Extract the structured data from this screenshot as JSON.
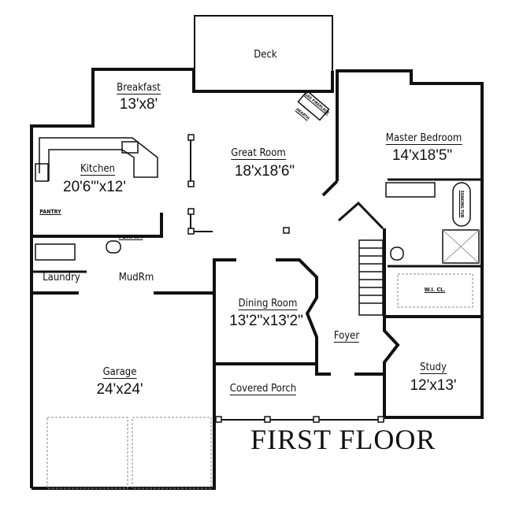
{
  "title": "FIRST FLOOR",
  "rooms": {
    "deck": {
      "name": "Deck"
    },
    "breakfast": {
      "name": "Breakfast",
      "size": "13'x8'"
    },
    "kitchen": {
      "name": "Kitchen",
      "size": "20'6\"'x12'"
    },
    "great_room": {
      "name": "Great Room",
      "size": "18'x18'6\""
    },
    "master_bedroom": {
      "name": "Master Bedroom",
      "size": "14'x18'5\""
    },
    "dining_room": {
      "name": "Dining Room",
      "size": "13'2\"x13'2\""
    },
    "foyer": {
      "name": "Foyer"
    },
    "study": {
      "name": "Study",
      "size": "12'x13'"
    },
    "garage": {
      "name": "Garage",
      "size": "24'x24'"
    },
    "covered_porch": {
      "name": "Covered Porch"
    },
    "laundry": {
      "name": "Laundry"
    },
    "mudroom": {
      "name": "MudRm"
    }
  },
  "small_labels": {
    "pantry": "PANTRY",
    "powder_room": "PDR. RM",
    "walk_in_closet": "W.I. CL.",
    "fireplace": "GAS FIREPLACE",
    "hearth": "HEARTH",
    "tub": "SOAKING TUB"
  }
}
